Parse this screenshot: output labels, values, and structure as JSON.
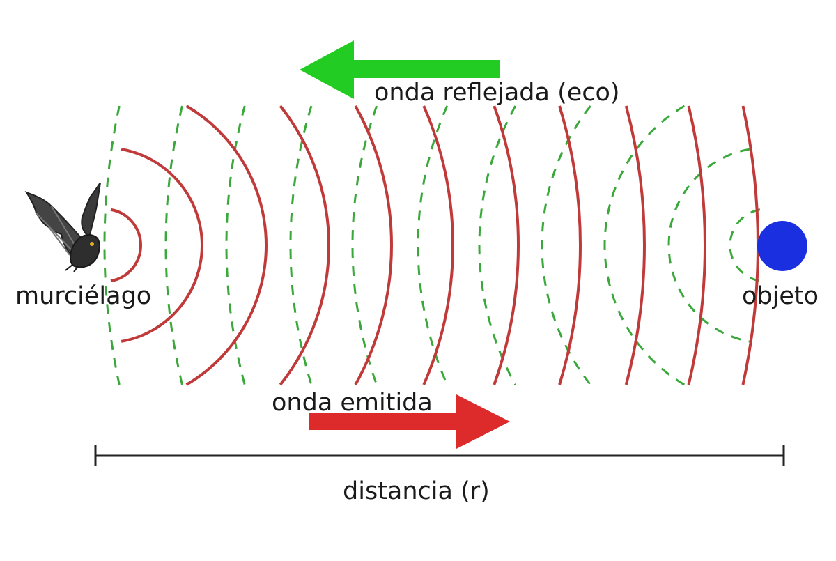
{
  "labels": {
    "bat": "murciélago",
    "object": "objeto",
    "reflected_wave": "onda reflejada (eco)",
    "emitted_wave": "onda emitida",
    "distance": "distancia (r)"
  },
  "colors": {
    "emitted_wave": "#c03a3a",
    "reflected_wave": "#3aa83a",
    "reflected_arrow": "#22cc22",
    "emitted_arrow": "#dd2a2a",
    "object": "#1a2fe0",
    "distance_line": "#222222"
  },
  "icons": {
    "bat": "bat-icon",
    "object": "circle-object"
  }
}
